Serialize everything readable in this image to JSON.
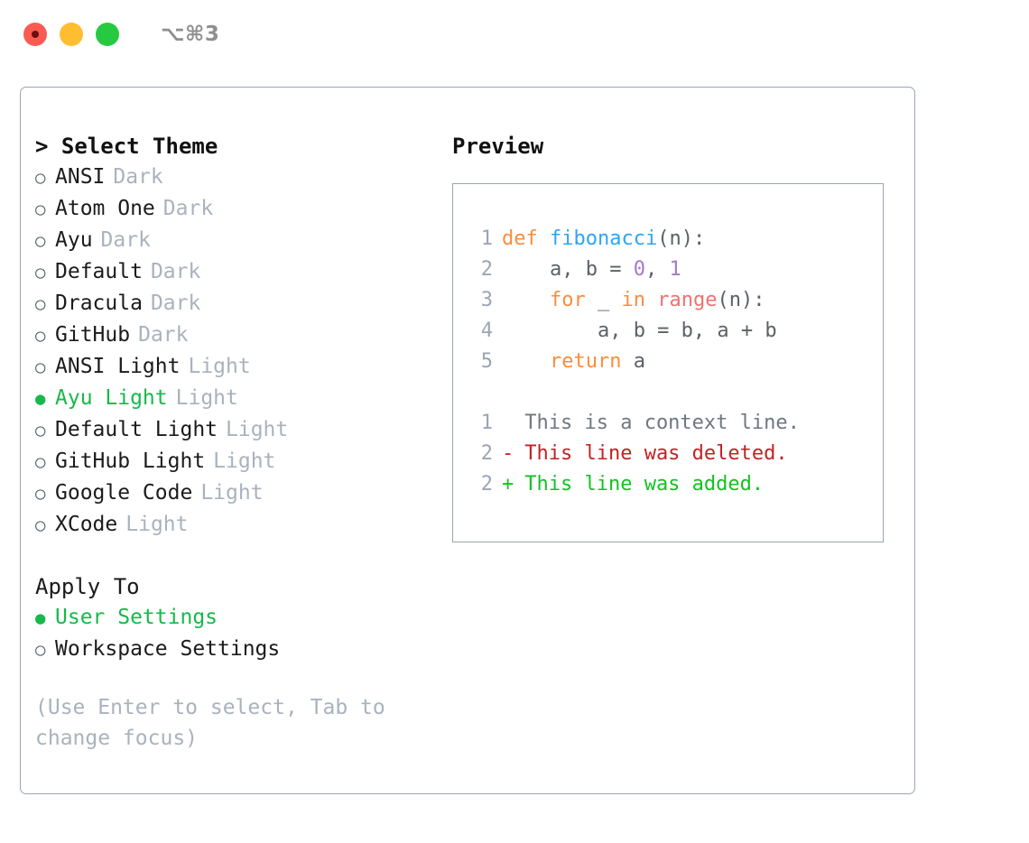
{
  "window": {
    "shortcut": "⌥⌘3",
    "lights": [
      "close-red",
      "minimize-amber",
      "maximize-green"
    ]
  },
  "theme_panel": {
    "header": "> Select Theme",
    "options": [
      {
        "label": "ANSI",
        "kind": "Dark",
        "selected": false,
        "bullet": "○"
      },
      {
        "label": "Atom One",
        "kind": "Dark",
        "selected": false,
        "bullet": "○"
      },
      {
        "label": "Ayu",
        "kind": "Dark",
        "selected": false,
        "bullet": "○"
      },
      {
        "label": "Default",
        "kind": "Dark",
        "selected": false,
        "bullet": "○"
      },
      {
        "label": "Dracula",
        "kind": "Dark",
        "selected": false,
        "bullet": "○"
      },
      {
        "label": "GitHub",
        "kind": "Dark",
        "selected": false,
        "bullet": "○"
      },
      {
        "label": "ANSI Light",
        "kind": "Light",
        "selected": false,
        "bullet": "○"
      },
      {
        "label": "Ayu Light",
        "kind": "Light",
        "selected": true,
        "bullet": "●"
      },
      {
        "label": "Default Light",
        "kind": "Light",
        "selected": false,
        "bullet": "○"
      },
      {
        "label": "GitHub Light",
        "kind": "Light",
        "selected": false,
        "bullet": "○"
      },
      {
        "label": "Google Code",
        "kind": "Light",
        "selected": false,
        "bullet": "○"
      },
      {
        "label": "XCode",
        "kind": "Light",
        "selected": false,
        "bullet": "○"
      }
    ]
  },
  "apply_to": {
    "header": "Apply To",
    "options": [
      {
        "label": "User Settings",
        "selected": true,
        "bullet": "●"
      },
      {
        "label": "Workspace Settings",
        "selected": false,
        "bullet": "○"
      }
    ]
  },
  "hint": "(Use Enter to select, Tab to change focus)",
  "preview": {
    "title": "Preview",
    "code_lines": [
      {
        "no": "1",
        "tokens": [
          {
            "t": "def",
            "c": "tok-kw"
          },
          {
            "t": " ",
            "c": "tok-pl"
          },
          {
            "t": "fibonacci",
            "c": "tok-fn"
          },
          {
            "t": "(n):",
            "c": "tok-pl"
          }
        ]
      },
      {
        "no": "2",
        "tokens": [
          {
            "t": "    a, b = ",
            "c": "tok-pl"
          },
          {
            "t": "0",
            "c": "tok-num"
          },
          {
            "t": ", ",
            "c": "tok-pl"
          },
          {
            "t": "1",
            "c": "tok-num"
          }
        ]
      },
      {
        "no": "3",
        "tokens": [
          {
            "t": "    ",
            "c": "tok-pl"
          },
          {
            "t": "for",
            "c": "tok-kw"
          },
          {
            "t": " _ ",
            "c": "tok-pl"
          },
          {
            "t": "in",
            "c": "tok-kw"
          },
          {
            "t": " ",
            "c": "tok-pl"
          },
          {
            "t": "range",
            "c": "tok-bi"
          },
          {
            "t": "(n):",
            "c": "tok-pl"
          }
        ]
      },
      {
        "no": "4",
        "tokens": [
          {
            "t": "        a, b = b, a + b",
            "c": "tok-pl"
          }
        ]
      },
      {
        "no": "5",
        "tokens": [
          {
            "t": "    ",
            "c": "tok-pl"
          },
          {
            "t": "return",
            "c": "tok-kw"
          },
          {
            "t": " a",
            "c": "tok-pl"
          }
        ]
      }
    ],
    "diff_lines": [
      {
        "no": "1",
        "mark": " ",
        "text": "This is a context line.",
        "cls": "diff-ctx"
      },
      {
        "no": "2",
        "mark": "-",
        "text": "This line was deleted.",
        "cls": "diff-del"
      },
      {
        "no": "2",
        "mark": "+",
        "text": "This line was added.",
        "cls": "diff-add"
      }
    ]
  },
  "colors": {
    "accent_green": "#16b94a",
    "border": "#9aa5b4",
    "muted": "#aab2bd",
    "keyword": "#fa8d3e",
    "function": "#2ba6f7",
    "number": "#a37acc",
    "builtin": "#f07171",
    "diff_delete": "#c22323",
    "diff_add": "#13c223"
  }
}
